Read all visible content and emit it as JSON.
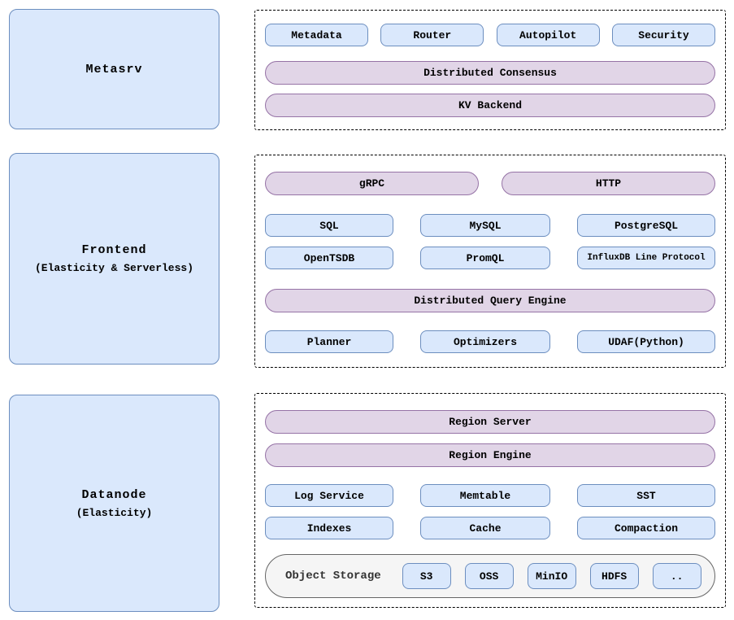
{
  "palette": {
    "blue_fill": "#dae8fc",
    "blue_border": "#6c8ebf",
    "purple_fill": "#e1d5e7",
    "purple_border": "#9673a6",
    "gray_fill": "#f5f5f5",
    "gray_border": "#666666",
    "dashed_border": "#000000"
  },
  "metasrv": {
    "label": "Metasrv",
    "components": [
      "Metadata",
      "Router",
      "Autopilot",
      "Security"
    ],
    "pills": [
      "Distributed Consensus",
      "KV Backend"
    ]
  },
  "frontend": {
    "label": "Frontend",
    "sublabel": "(Elasticity & Serverless)",
    "transport_pills": [
      "gRPC",
      "HTTP"
    ],
    "protocols_row1": [
      "SQL",
      "MySQL",
      "PostgreSQL"
    ],
    "protocols_row2": [
      "OpenTSDB",
      "PromQL",
      "InfluxDB Line Protocol"
    ],
    "engine_pill": "Distributed Query Engine",
    "engine_components": [
      "Planner",
      "Optimizers",
      "UDAF(Python)"
    ]
  },
  "datanode": {
    "label": "Datanode",
    "sublabel": "(Elasticity)",
    "pills": [
      "Region Server",
      "Region Engine"
    ],
    "components_row1": [
      "Log Service",
      "Memtable",
      "SST"
    ],
    "components_row2": [
      "Indexes",
      "Cache",
      "Compaction"
    ],
    "object_storage": {
      "label": "Object Storage",
      "providers": [
        "S3",
        "OSS",
        "MinIO",
        "HDFS",
        ".."
      ]
    }
  }
}
